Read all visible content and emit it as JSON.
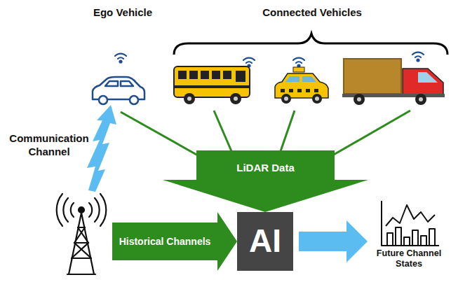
{
  "diagram": {
    "nodes": [
      {
        "text": [
          "LiDAR Data"
        ]
      },
      {
        "text": [
          "Historical Channels"
        ]
      },
      {
        "text": [
          "AI"
        ]
      },
      {
        "text": [
          "Future Channel States"
        ]
      }
    ],
    "edges": [
      {
        "from": 2,
        "to": 3,
        "arrow": "to"
      }
    ],
    "labels": [
      "Ego Vehicle",
      "Connected Vehicles",
      "Communication Channel"
    ]
  }
}
